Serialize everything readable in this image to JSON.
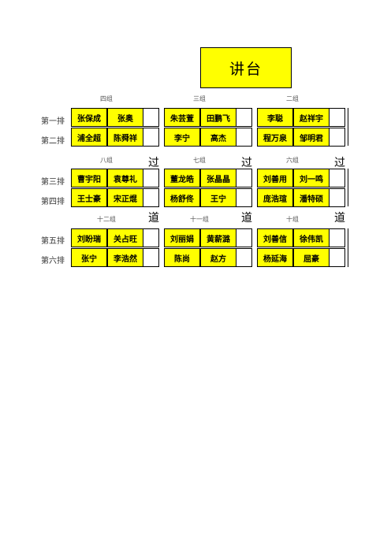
{
  "podium_label": "讲台",
  "rows": [
    "第一排",
    "第二排",
    "第三排",
    "第四排",
    "第五排",
    "第六排"
  ],
  "groups": {
    "g4": "四组",
    "g3": "三组",
    "g2": "二组",
    "g8": "八组",
    "g7": "七组",
    "g6": "六组",
    "g12": "十二组",
    "g11": "十一组",
    "g10": "十组"
  },
  "aisle": {
    "pass": "过",
    "way": "道"
  },
  "seats": {
    "r1": [
      "张保成",
      "张奥",
      "朱芸萱",
      "田鹏飞",
      "李聪",
      "赵祥宇"
    ],
    "r2": [
      "浦全超",
      "陈舜祥",
      "李宁",
      "高杰",
      "程万泉",
      "邹明君"
    ],
    "r3": [
      "曹宇阳",
      "袁尊礼",
      "董龙皓",
      "张晶晶",
      "刘善用",
      "刘一鸣"
    ],
    "r4": [
      "王士豪",
      "宋正焜",
      "杨舒佟",
      "王宁",
      "庞浩瑄",
      "潘特硕"
    ],
    "r5": [
      "刘盼瑞",
      "关占旺",
      "刘丽娟",
      "黄薪潞",
      "刘善信",
      "徐伟凯"
    ],
    "r6": [
      "张宁",
      "李浩然",
      "陈尚",
      "赵方",
      "杨延海",
      "屈豪"
    ]
  }
}
